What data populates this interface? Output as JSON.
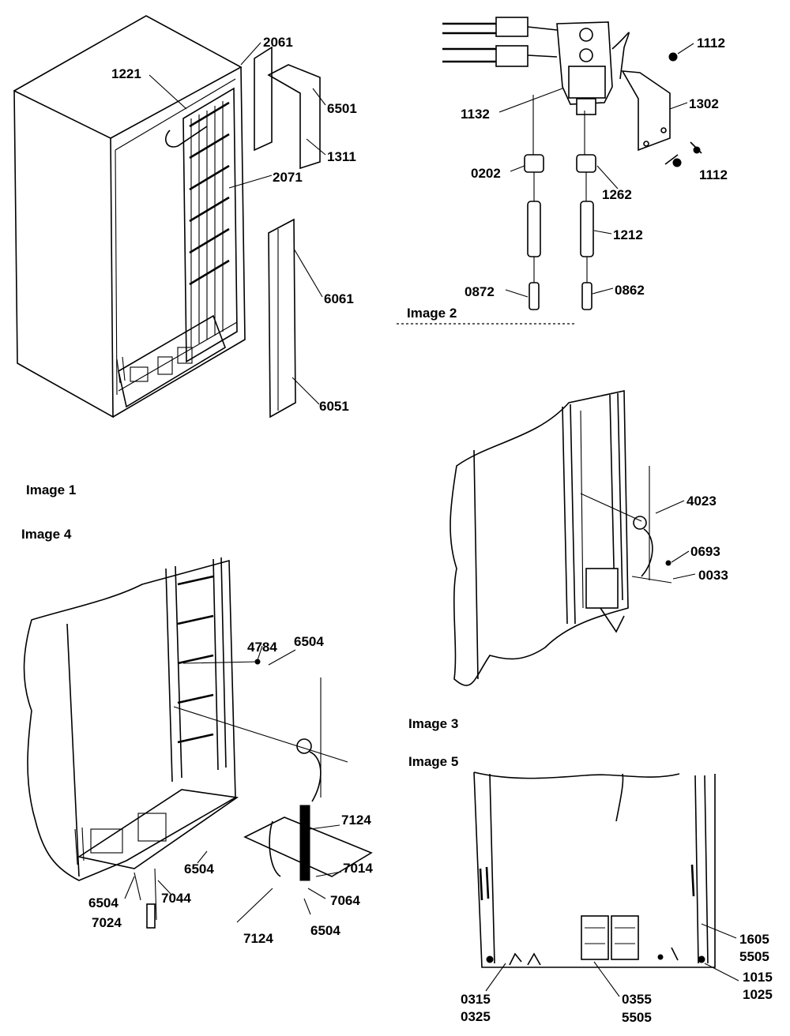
{
  "images": [
    {
      "caption": "Image 1",
      "callouts": [
        "1221",
        "2061",
        "6501",
        "1311",
        "2071",
        "6061",
        "6051"
      ]
    },
    {
      "caption": "Image 2",
      "callouts": [
        "1112",
        "1132",
        "1302",
        "1112",
        "0202",
        "1262",
        "1212",
        "0872",
        "0862"
      ]
    },
    {
      "caption": "Image 3",
      "callouts": [
        "4023",
        "0693",
        "0033"
      ]
    },
    {
      "caption": "Image 4",
      "callouts": [
        "4784",
        "6504",
        "7124",
        "7014",
        "6504",
        "6504",
        "7044",
        "7024",
        "7124",
        "6504",
        "7064"
      ]
    },
    {
      "caption": "Image 5",
      "callouts": [
        "1605",
        "5505",
        "1015",
        "1025",
        "0315",
        "0325",
        "0355",
        "5505"
      ]
    }
  ]
}
